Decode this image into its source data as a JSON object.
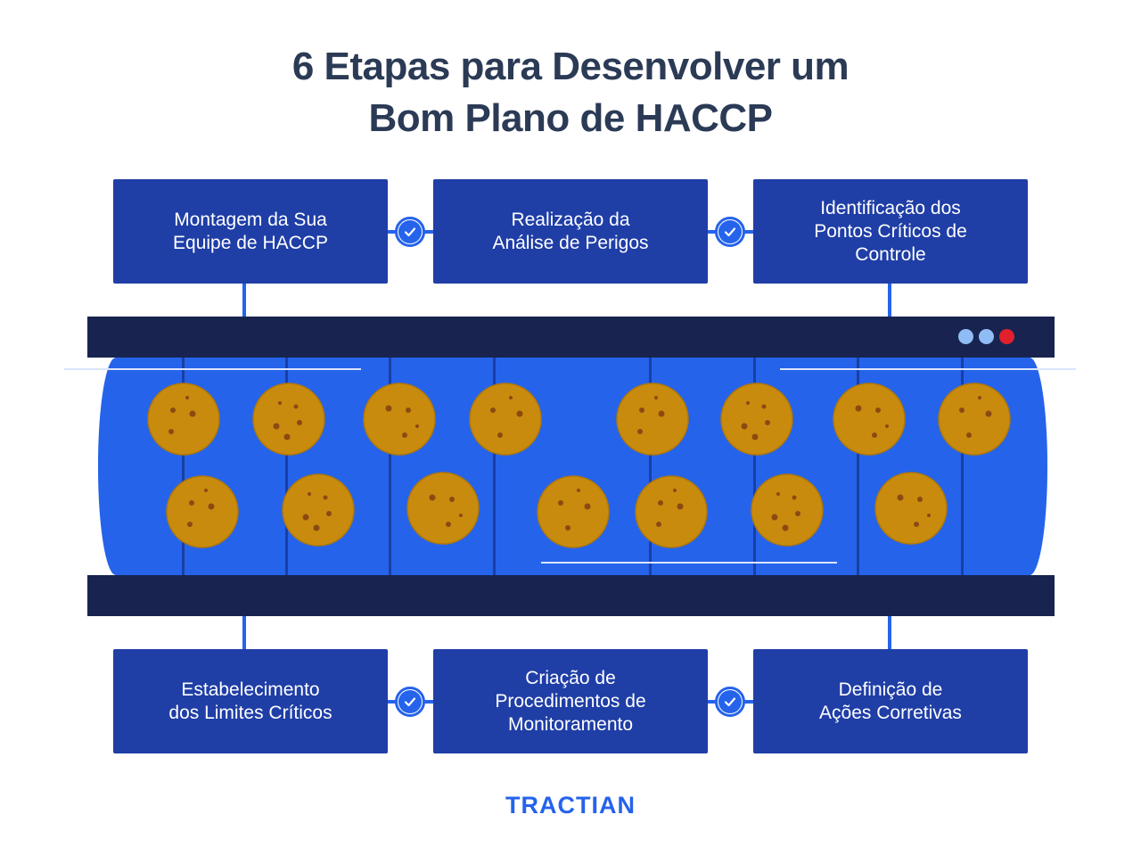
{
  "title": {
    "line1": "6 Etapas para Desenvolver um",
    "line2": "Bom Plano de HACCP"
  },
  "steps": [
    {
      "label": "Montagem da Sua\nEquipe de HACCP"
    },
    {
      "label": "Realização da\nAnálise de Perigos"
    },
    {
      "label": "Identificação dos\nPontos Críticos de\nControle"
    },
    {
      "label": "Estabelecimento\ndos Limites Críticos"
    },
    {
      "label": "Criação de\nProcedimentos de\nMonitoramento"
    },
    {
      "label": "Definição de\nAções Corretivas"
    }
  ],
  "icons": {
    "checkmark": "check-circle-icon",
    "cookie": "cookie-icon",
    "window_dots": "window-dots-icon"
  },
  "colors": {
    "box": "#1f3ea6",
    "accent": "#2563eb",
    "bar": "#18244f",
    "cookie": "#c98b0e",
    "cookie_spot": "#8a4a12",
    "dot_light": "#8fbcf5",
    "dot_red": "#e0202a",
    "title": "#2b3a55"
  },
  "brand": {
    "logo": "TRACTIAN"
  }
}
